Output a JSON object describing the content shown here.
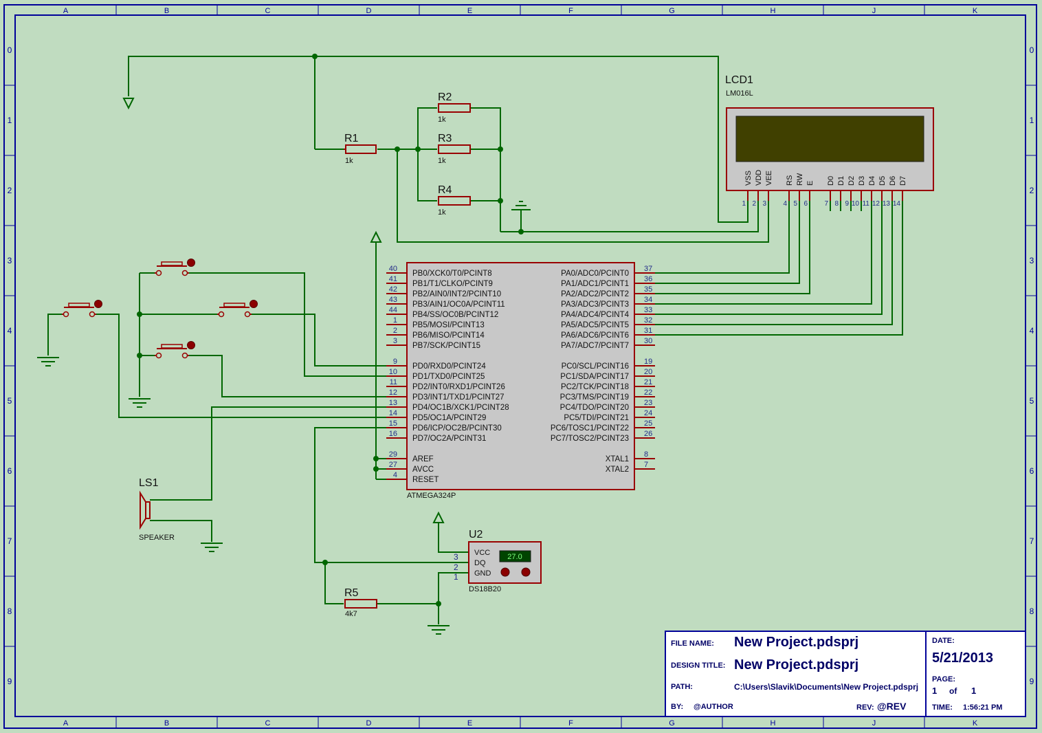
{
  "border": {
    "columns": [
      "A",
      "B",
      "C",
      "D",
      "E",
      "F",
      "G",
      "H",
      "J",
      "K"
    ],
    "rows": [
      "0",
      "1",
      "2",
      "3",
      "4",
      "5",
      "6",
      "7",
      "8",
      "9"
    ]
  },
  "components": {
    "lcd": {
      "ref": "LCD1",
      "part": "LM016L",
      "pins": [
        {
          "name": "VSS",
          "num": "1"
        },
        {
          "name": "VDD",
          "num": "2"
        },
        {
          "name": "VEE",
          "num": "3"
        },
        {
          "name": "RS",
          "num": "4"
        },
        {
          "name": "RW",
          "num": "5"
        },
        {
          "name": "E",
          "num": "6"
        },
        {
          "name": "D0",
          "num": "7"
        },
        {
          "name": "D1",
          "num": "8"
        },
        {
          "name": "D2",
          "num": "9"
        },
        {
          "name": "D3",
          "num": "10"
        },
        {
          "name": "D4",
          "num": "11"
        },
        {
          "name": "D5",
          "num": "12"
        },
        {
          "name": "D6",
          "num": "13"
        },
        {
          "name": "D7",
          "num": "14"
        }
      ]
    },
    "mcu": {
      "part": "ATMEGA324P",
      "left_pins": [
        {
          "name": "PB0/XCK0/T0/PCINT8",
          "num": "40"
        },
        {
          "name": "PB1/T1/CLKO/PCINT9",
          "num": "41"
        },
        {
          "name": "PB2/AIN0/INT2/PCINT10",
          "num": "42"
        },
        {
          "name": "PB3/AIN1/OC0A/PCINT11",
          "num": "43"
        },
        {
          "name": "PB4/SS/OC0B/PCINT12",
          "num": "44"
        },
        {
          "name": "PB5/MOSI/PCINT13",
          "num": "1"
        },
        {
          "name": "PB6/MISO/PCINT14",
          "num": "2"
        },
        {
          "name": "PB7/SCK/PCINT15",
          "num": "3"
        },
        {
          "name": "PD0/RXD0/PCINT24",
          "num": "9"
        },
        {
          "name": "PD1/TXD0/PCINT25",
          "num": "10"
        },
        {
          "name": "PD2/INT0/RXD1/PCINT26",
          "num": "11"
        },
        {
          "name": "PD3/INT1/TXD1/PCINT27",
          "num": "12"
        },
        {
          "name": "PD4/OC1B/XCK1/PCINT28",
          "num": "13"
        },
        {
          "name": "PD5/OC1A/PCINT29",
          "num": "14"
        },
        {
          "name": "PD6/ICP/OC2B/PCINT30",
          "num": "15"
        },
        {
          "name": "PD7/OC2A/PCINT31",
          "num": "16"
        },
        {
          "name": "AREF",
          "num": "29"
        },
        {
          "name": "AVCC",
          "num": "27"
        },
        {
          "name": "RESET",
          "num": "4"
        }
      ],
      "right_pins": [
        {
          "name": "PA0/ADC0/PCINT0",
          "num": "37"
        },
        {
          "name": "PA1/ADC1/PCINT1",
          "num": "36"
        },
        {
          "name": "PA2/ADC2/PCINT2",
          "num": "35"
        },
        {
          "name": "PA3/ADC3/PCINT3",
          "num": "34"
        },
        {
          "name": "PA4/ADC4/PCINT4",
          "num": "33"
        },
        {
          "name": "PA5/ADC5/PCINT5",
          "num": "32"
        },
        {
          "name": "PA6/ADC6/PCINT6",
          "num": "31"
        },
        {
          "name": "PA7/ADC7/PCINT7",
          "num": "30"
        },
        {
          "name": "PC0/SCL/PCINT16",
          "num": "19"
        },
        {
          "name": "PC1/SDA/PCINT17",
          "num": "20"
        },
        {
          "name": "PC2/TCK/PCINT18",
          "num": "21"
        },
        {
          "name": "PC3/TMS/PCINT19",
          "num": "22"
        },
        {
          "name": "PC4/TDO/PCINT20",
          "num": "23"
        },
        {
          "name": "PC5/TDI/PCINT21",
          "num": "24"
        },
        {
          "name": "PC6/TOSC1/PCINT22",
          "num": "25"
        },
        {
          "name": "PC7/TOSC2/PCINT23",
          "num": "26"
        },
        {
          "name": "XTAL1",
          "num": "8"
        },
        {
          "name": "XTAL2",
          "num": "7"
        }
      ]
    },
    "resistors": [
      {
        "ref": "R1",
        "value": "1k"
      },
      {
        "ref": "R2",
        "value": "1k"
      },
      {
        "ref": "R3",
        "value": "1k"
      },
      {
        "ref": "R4",
        "value": "1k"
      },
      {
        "ref": "R5",
        "value": "4k7"
      }
    ],
    "speaker": {
      "ref": "LS1",
      "part": "SPEAKER"
    },
    "sensor": {
      "ref": "U2",
      "part": "DS18B20",
      "reading": "27.0",
      "pins": [
        {
          "name": "VCC",
          "num": "3"
        },
        {
          "name": "DQ",
          "num": "2"
        },
        {
          "name": "GND",
          "num": "1"
        }
      ]
    }
  },
  "title_block": {
    "file_name_label": "FILE NAME:",
    "file_name": "New Project.pdsprj",
    "design_title_label": "DESIGN TITLE:",
    "design_title": "New Project.pdsprj",
    "path_label": "PATH:",
    "path": "C:\\Users\\Slavik\\Documents\\New Project.pdsprj",
    "by_label": "BY:",
    "by": "@AUTHOR",
    "rev_label": "REV:",
    "rev": "@REV",
    "date_label": "DATE:",
    "date": "5/21/2013",
    "page_label": "PAGE:",
    "page_num": "1",
    "of_label": "of",
    "page_total": "1",
    "time_label": "TIME:",
    "time": "1:56:21 PM"
  },
  "colors": {
    "wire": "#006600",
    "part": "#990000",
    "body_fill": "#c8c8c8",
    "lcd_screen": "#404000",
    "border": "#000099",
    "title_text": "#000066"
  }
}
